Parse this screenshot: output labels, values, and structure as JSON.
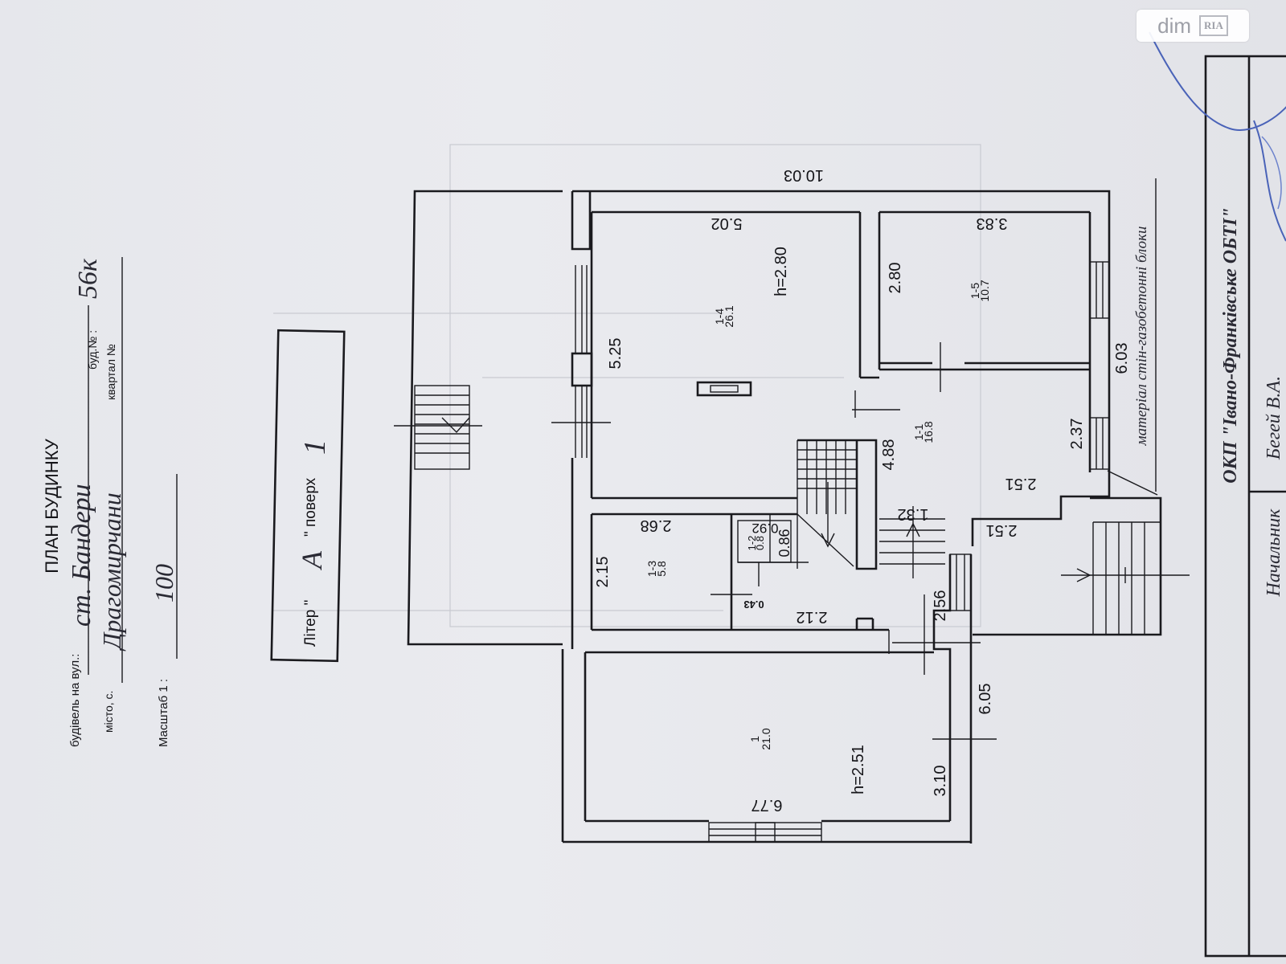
{
  "header": {
    "title": "ПЛАН БУДИНКУ",
    "street_label": "будівель на вул.:",
    "street_value": "ст. Бандери",
    "building_no_label": "буд.№ :",
    "building_no_value": "56к",
    "city_label": "місто, с.",
    "city_value": "Драгомирчани",
    "quarter_label": "квартал №",
    "scale_label": "Масштаб 1 :",
    "scale_value": "100"
  },
  "liter_box": {
    "liter_label": "Літер \"",
    "liter_value": "А",
    "floor_label": "\" поверх",
    "floor_value": "1"
  },
  "dimensions": {
    "total_width": "10.03",
    "room_1_4_width": "5.02",
    "room_1_5_width": "3.83",
    "room_1_4_height": "5.25",
    "room_1_5_depth": "2.80",
    "right_depth": "6.03",
    "room_1_1_depth": "4.88",
    "room_1_1_right": "2.37",
    "d_251_a": "2.51",
    "d_251_b": "2.51",
    "d_132": "1.32",
    "room_1_3_width": "2.68",
    "room_1_3_height": "2.15",
    "d_212": "2.12",
    "d_043": "0.43",
    "d_092": "0.92",
    "d_086": "0.86",
    "d_256": "2.56",
    "d_605": "6.05",
    "d_310": "3.10",
    "d_677": "6.77"
  },
  "rooms": {
    "r14": {
      "id": "1-4",
      "area": "26.1",
      "height": "h=2.80"
    },
    "r15": {
      "id": "1-5",
      "area": "10.7"
    },
    "r11": {
      "id": "1-1",
      "area": "16.8"
    },
    "r13": {
      "id": "1-3",
      "area": "5.8"
    },
    "r12": {
      "id": "1-2",
      "area": "0.8"
    },
    "r1": {
      "id": "1",
      "area": "21.0",
      "height": "h=2.51"
    }
  },
  "notes": {
    "wall_material": "матеріал стін-газобетонні блоки"
  },
  "title_block": {
    "organization": "ОКП \"Івано-Франківське ОБТІ\"",
    "head_label": "Начальник",
    "head_name": "Бегей В.А."
  },
  "watermark": {
    "text": "dim",
    "logo": "RIA"
  }
}
